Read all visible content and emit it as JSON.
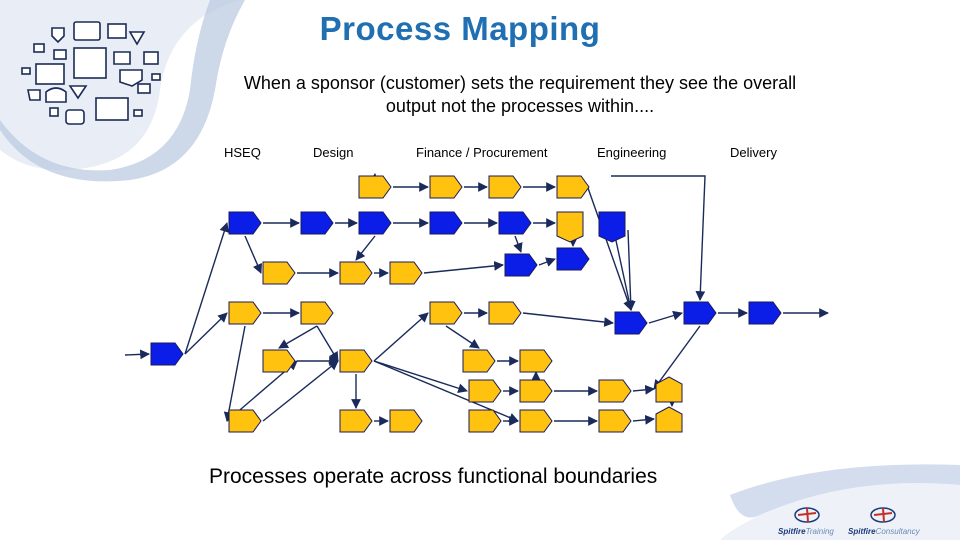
{
  "title": "Process Mapping",
  "subtitle_line1": "When a sponsor (customer) sets the requirement they see the overall",
  "subtitle_line2": "output not the processes within....",
  "columns": [
    "HSEQ",
    "Design",
    "Finance / Procurement",
    "Engineering",
    "Delivery"
  ],
  "footer": "Processes operate across functional boundaries",
  "logos": [
    {
      "name_bold": "Spitfire",
      "name_light": "Training"
    },
    {
      "name_bold": "Spitfire",
      "name_light": "Consultancy"
    }
  ],
  "colors": {
    "title": "#1f6fb2",
    "node_blue": "#0a1ee8",
    "node_yellow": "#ffc20e",
    "node_stroke": "#1a1a5a",
    "arrow": "#1a2a5a"
  }
}
